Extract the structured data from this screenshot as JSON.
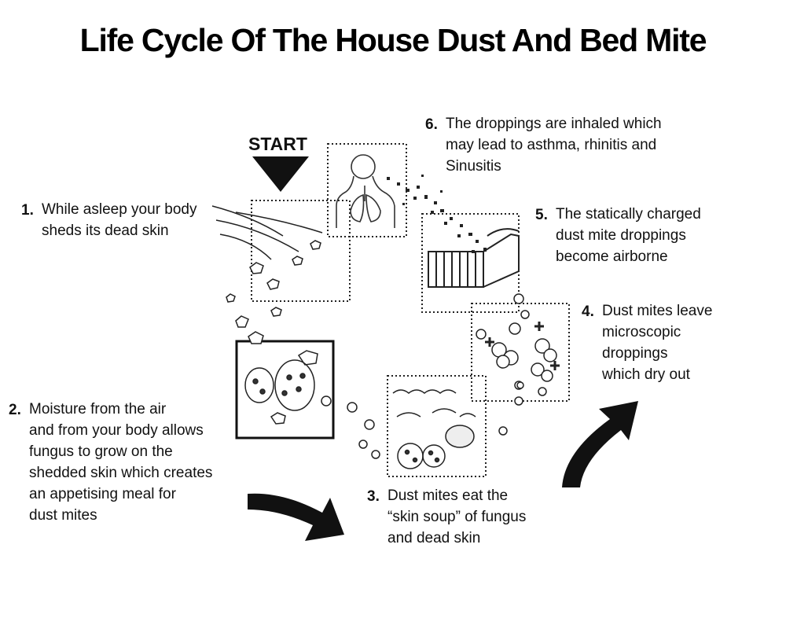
{
  "title": "Life Cycle Of The House Dust And Bed Mite",
  "start_label": "START",
  "steps": [
    {
      "num": "1.",
      "lines": [
        "While asleep your body",
        "sheds its dead skin"
      ]
    },
    {
      "num": "2.",
      "lines": [
        "Moisture from the air",
        "and from your body allows",
        "fungus to grow on the",
        "shedded skin which creates",
        "an appetising meal for",
        "dust mites"
      ]
    },
    {
      "num": "3.",
      "lines": [
        "Dust mites eat the",
        "“skin soup” of fungus",
        "and dead skin"
      ]
    },
    {
      "num": "4.",
      "lines": [
        "Dust mites leave",
        "microscopic",
        "droppings",
        "which dry out"
      ]
    },
    {
      "num": "5.",
      "lines": [
        "The statically charged",
        "dust mite droppings",
        "become airborne"
      ]
    },
    {
      "num": "6.",
      "lines": [
        "The droppings are inhaled which",
        "may lead to asthma, rhinitis and",
        "Sinusitis"
      ]
    }
  ]
}
